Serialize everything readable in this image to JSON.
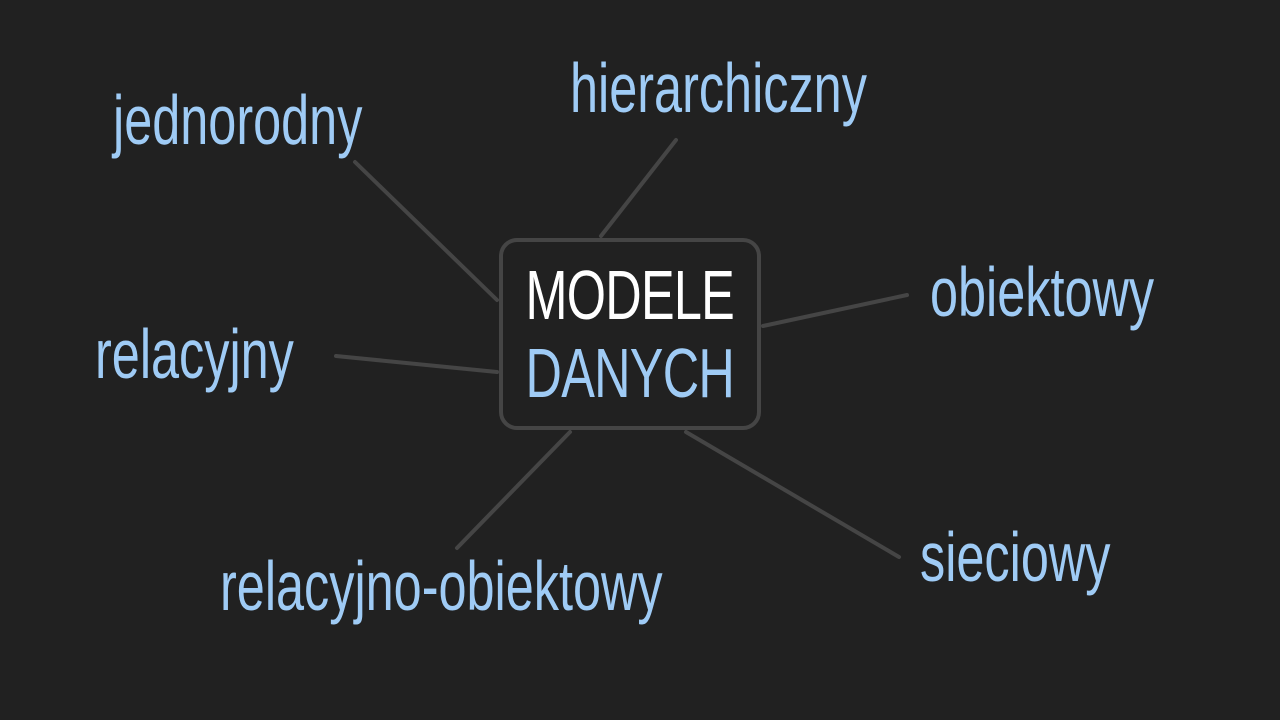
{
  "colors": {
    "background": "#212121",
    "accent": "#9fcbf5",
    "primary_text": "#ffffff",
    "connector": "#454545"
  },
  "center": {
    "line1": "MODELE",
    "line2": "DANYCH"
  },
  "nodes": [
    {
      "id": "jednorodny",
      "label": "jednorodny"
    },
    {
      "id": "hierarchiczny",
      "label": "hierarchiczny"
    },
    {
      "id": "obiektowy",
      "label": "obiektowy"
    },
    {
      "id": "relacyjny",
      "label": "relacyjny"
    },
    {
      "id": "relacyjno-obiektowy",
      "label": "relacyjno-obiektowy"
    },
    {
      "id": "sieciowy",
      "label": "sieciowy"
    }
  ]
}
